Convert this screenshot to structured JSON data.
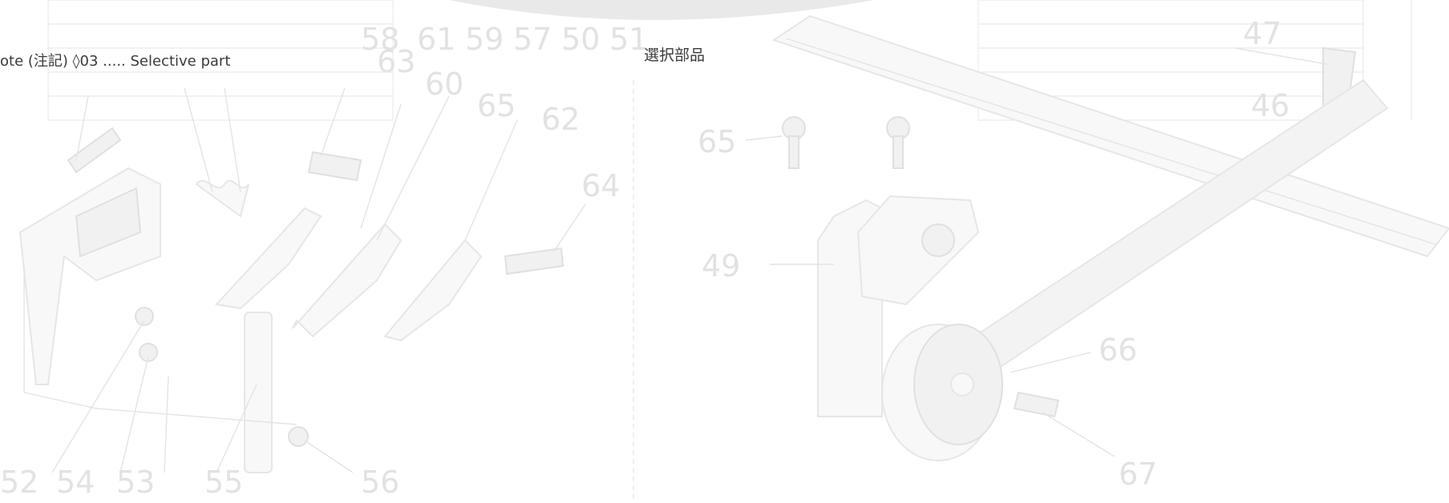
{
  "note": {
    "text": "ote (注記) ◊03 ..... Selective part"
  },
  "selective_label": {
    "text": "選択部品"
  },
  "part_numbers": [
    "58",
    "61",
    "59",
    "57",
    "50",
    "51",
    "63",
    "60",
    "65",
    "62",
    "64",
    "52",
    "54",
    "53",
    "55",
    "56",
    "65",
    "49",
    "47",
    "46",
    "66",
    "67"
  ]
}
